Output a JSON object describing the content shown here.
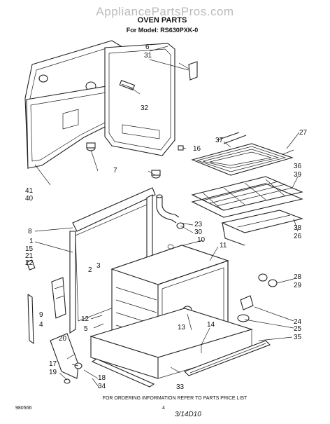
{
  "watermark": "AppliancePartsPros.com",
  "title": "OVEN PARTS",
  "model_line": "For Model: RS630PXK-0",
  "footer_left": "980566",
  "footer_center": "FOR ORDERING INFORMATION REFER TO PARTS PRICE LIST",
  "footer_page": "4",
  "footer_handwritten": "3/14D10",
  "callouts": [
    "1",
    "2",
    "3",
    "4",
    "5",
    "6",
    "7",
    "8",
    "9",
    "10",
    "11",
    "12",
    "13",
    "14",
    "15",
    "16",
    "17",
    "18",
    "19",
    "20",
    "21",
    "22",
    "23",
    "24",
    "25",
    "26",
    "27",
    "28",
    "29",
    "30",
    "31",
    "32",
    "33",
    "34",
    "35",
    "36",
    "37",
    "38",
    "39",
    "40",
    "41"
  ]
}
